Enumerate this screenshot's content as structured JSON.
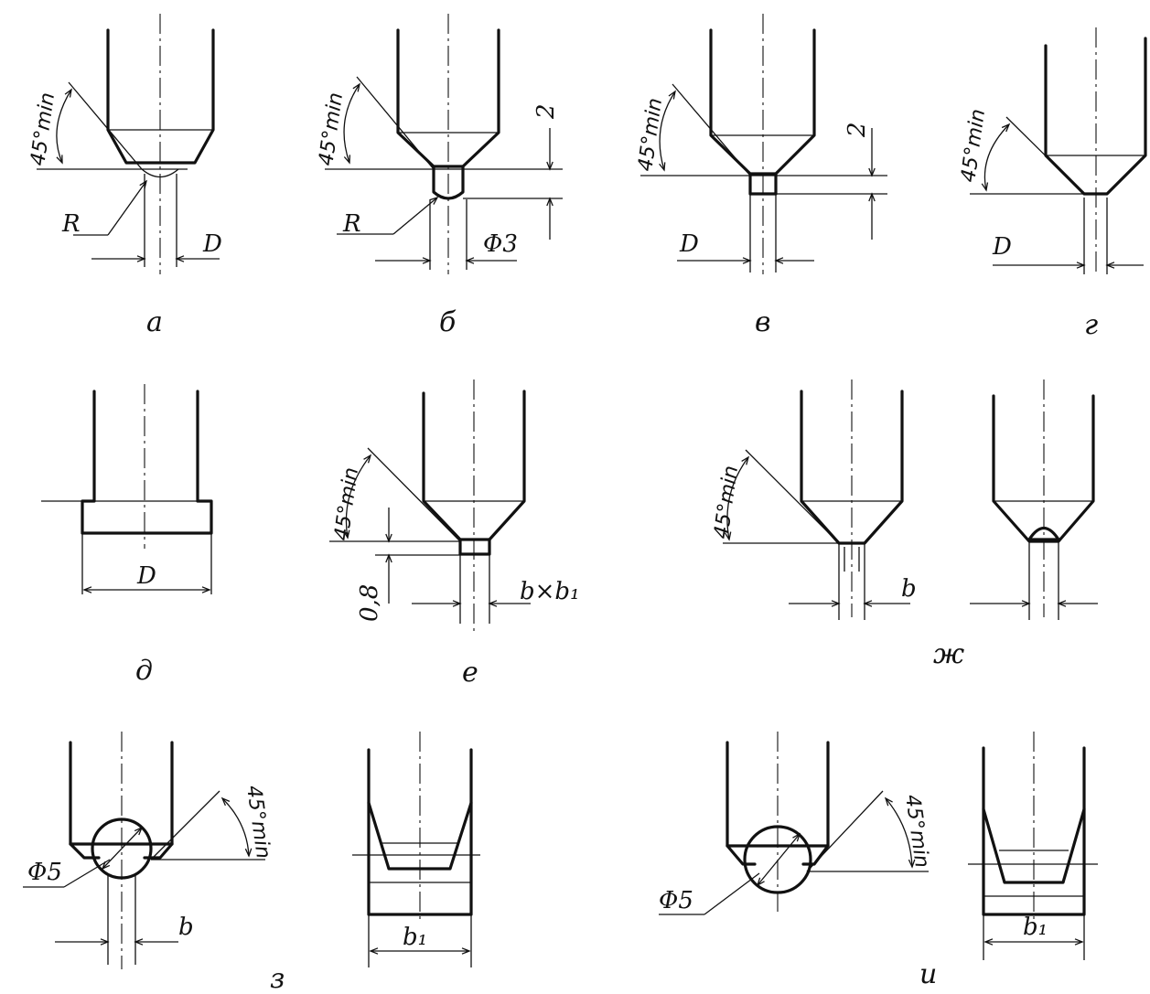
{
  "labels": {
    "a": "а",
    "b": "б",
    "v": "в",
    "g": "г",
    "d": "д",
    "e": "е",
    "zh": "ж",
    "z": "з",
    "i": "и"
  },
  "dims": {
    "angle_min": "45°min",
    "R": "R",
    "D": "D",
    "phi3": "Φ3",
    "two": "2",
    "phi5": "Φ5",
    "b": "b",
    "b1": "b₁",
    "bxb1": "b×b₁",
    "zero_eight": "0,8"
  }
}
